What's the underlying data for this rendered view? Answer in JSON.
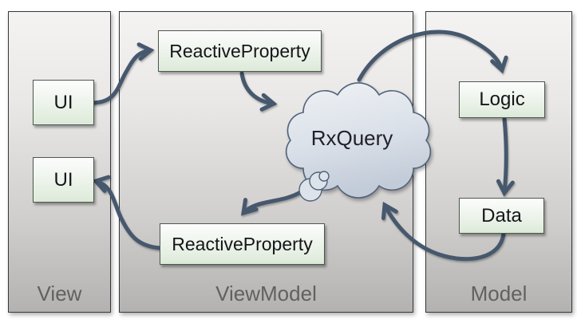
{
  "panels": [
    {
      "label": "View"
    },
    {
      "label": "ViewModel"
    },
    {
      "label": "Model"
    }
  ],
  "boxes": {
    "ui_top": {
      "label": "UI"
    },
    "ui_bottom": {
      "label": "UI"
    },
    "reactive_property_top": {
      "label": "ReactiveProperty"
    },
    "reactive_property_bottom": {
      "label": "ReactiveProperty"
    },
    "logic": {
      "label": "Logic"
    },
    "data": {
      "label": "Data"
    }
  },
  "cloud": {
    "label": "RxQuery"
  },
  "connections": [
    {
      "from": "ui_top",
      "to": "reactive_property_top"
    },
    {
      "from": "reactive_property_top",
      "to": "cloud"
    },
    {
      "from": "cloud",
      "to": "logic"
    },
    {
      "from": "logic",
      "to": "data"
    },
    {
      "from": "data",
      "to": "cloud"
    },
    {
      "from": "cloud",
      "to": "reactive_property_bottom"
    },
    {
      "from": "reactive_property_bottom",
      "to": "ui_bottom"
    }
  ],
  "colors": {
    "arrow": "#46586d",
    "cloud_stroke": "#50627a",
    "cloud_fill_top": "#eff2f5",
    "cloud_fill_bottom": "#c2cbd8",
    "box_fill_bottom": "#dcead8",
    "panel_label_gray": "#616161"
  }
}
